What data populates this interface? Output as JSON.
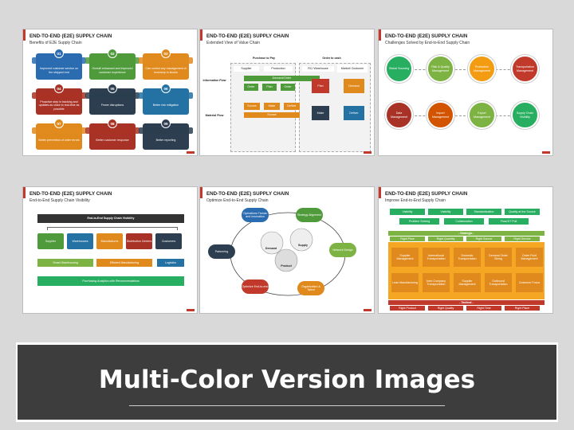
{
  "banner": {
    "title": "Multi-Color Version Images"
  },
  "slides": [
    {
      "title": "END-TO-END (E2E) SUPPLY CHAIN",
      "subtitle": "Benefits of E2E Supply Chain",
      "items": [
        {
          "num": "01",
          "text": "Improved customer service on the shipped end",
          "color": "#2b6cb0"
        },
        {
          "num": "02",
          "text": "Overall enhanced and improved customer experience",
          "color": "#4f9a3a"
        },
        {
          "num": "03",
          "text": "Can control any management of inventory in stocks",
          "color": "#e08a1e"
        },
        {
          "num": "04",
          "text": "Proactive step in tracking and updates as close to real-time as possible",
          "color": "#a93226"
        },
        {
          "num": "05",
          "text": "Fewer disruptions",
          "color": "#2c3e50"
        },
        {
          "num": "06",
          "text": "Better risk mitigation",
          "color": "#2471a3"
        },
        {
          "num": "07",
          "text": "Better prevention of order errors",
          "color": "#e08a1e"
        },
        {
          "num": "08",
          "text": "Better customer response",
          "color": "#a93226"
        },
        {
          "num": "09",
          "text": "Better reporting",
          "color": "#2c3e50"
        }
      ]
    },
    {
      "title": "END-TO-END (E2E) SUPPLY CHAIN",
      "subtitle": "Extended View of Value Chain",
      "purchase": "Purchase to Pay",
      "order": "Order to cash",
      "info_flow": "Information Flow",
      "material_flow": "Material Flow",
      "supplier": "Supplier",
      "production": "Production",
      "warehouse": "RC/ Warehouse",
      "market": "Market/ Customer",
      "demand_order": "Demand/Order",
      "order_lbl": "Order",
      "plan_lbl": "Plan",
      "order2": "Order",
      "plan2": "Plan",
      "demand": "Demand",
      "source": "Source",
      "make": "Make",
      "deliver": "Deliver",
      "make2": "Make",
      "deliver2": "Deliver",
      "source2": "Source"
    },
    {
      "title": "END-TO-END (E2E) SUPPLY CHAIN",
      "subtitle": "Challenges Solved by End-to-End Supply Chain",
      "circles": [
        {
          "label": "Global Sourcing",
          "color": "#27ae60"
        },
        {
          "label": "Risk & Quality Management",
          "color": "#7cb342"
        },
        {
          "label": "Production Management",
          "color": "#f39c12"
        },
        {
          "label": "Transportation Management",
          "color": "#c0392b"
        },
        {
          "label": "Data Management",
          "color": "#a93226"
        },
        {
          "label": "Import Management",
          "color": "#d35400"
        },
        {
          "label": "Export Management",
          "color": "#7cb342"
        },
        {
          "label": "Supply Chain Visibility",
          "color": "#27ae60"
        }
      ]
    },
    {
      "title": "END-TO-END (E2E) SUPPLY CHAIN",
      "subtitle": "End-to-End Supply Chain Visibility",
      "top": "End-to-End Supply Chain Visibility",
      "boxes": [
        {
          "label": "Supplier",
          "color": "#4f9a3a"
        },
        {
          "label": "Warehouses",
          "color": "#2471a3"
        },
        {
          "label": "Manufactures",
          "color": "#e08a1e"
        },
        {
          "label": "Distribution Centers",
          "color": "#a93226"
        },
        {
          "label": "Customers",
          "color": "#2c3e50"
        }
      ],
      "smart": "Smart Warehousing",
      "efficient": "Efficient Manufacturing",
      "logistics": "Logistics",
      "analytics": "Purchasing Analytics with Recommendations"
    },
    {
      "title": "END-TO-END (E2E) SUPPLY CHAIN",
      "subtitle": "Optimize End-to-End Supply Chain",
      "nodes": [
        {
          "label": "Operations Trends and Innovation",
          "color": "#2b6cb0"
        },
        {
          "label": "Strategy Alignment",
          "color": "#4f9a3a"
        },
        {
          "label": "Network Design",
          "color": "#7cb342"
        },
        {
          "label": "Organization & Talent",
          "color": "#e08a1e"
        },
        {
          "label": "Optimize End-to-end",
          "color": "#c0392b"
        },
        {
          "label": "Partnering",
          "color": "#2c3e50"
        }
      ],
      "demand": "Demand",
      "supply": "Supply",
      "product": "Product"
    },
    {
      "title": "END-TO-END (E2E) SUPPLY CHAIN",
      "subtitle": "Improve End-to-End Supply Chain",
      "top_row": [
        "Visibility",
        "Visibility",
        "Standardization",
        "Quality at the Source"
      ],
      "row2": [
        "Problem Solving",
        "Collaboration",
        "Flow/JIT Pull"
      ],
      "strategic": "- Strategic -",
      "strat_items": [
        "Right Price",
        "Right Quantity",
        "Right Source",
        "Right Service"
      ],
      "grid": [
        "Supplier Management",
        "International Transportation",
        "Domestic Transportation",
        "Demand Order Sizing",
        "Order Fluid Management",
        "Lean Manufacturing",
        "Inter-Company Transportation",
        "Supplier Management",
        "Outbound Transportation",
        "Customer Focus"
      ],
      "tactical": "- Tactical -",
      "tact_items": [
        "Right Product",
        "Right Quality",
        "Right Time",
        "Right Place"
      ]
    }
  ]
}
